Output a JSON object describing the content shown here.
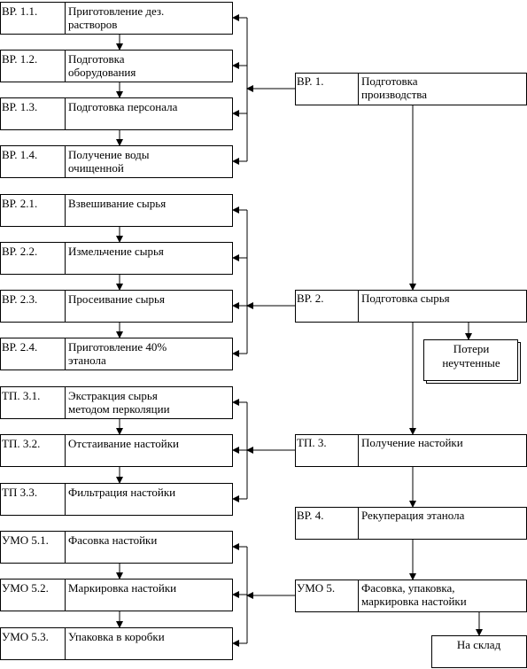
{
  "left_steps": [
    {
      "code": "ВР. 1.1.",
      "lines": [
        "Приготовление дез.",
        "растворов"
      ]
    },
    {
      "code": "ВР. 1.2.",
      "lines": [
        "Подготовка",
        "оборудования"
      ]
    },
    {
      "code": "ВР. 1.3.",
      "lines": [
        "Подготовка персонала"
      ]
    },
    {
      "code": "ВР. 1.4.",
      "lines": [
        "Получение воды",
        "очищенной"
      ]
    },
    {
      "code": "ВР. 2.1.",
      "lines": [
        "Взвешивание сырья"
      ]
    },
    {
      "code": "ВР. 2.2.",
      "lines": [
        "Измельчение сырья"
      ]
    },
    {
      "code": "ВР. 2.3.",
      "lines": [
        "Просеивание сырья"
      ]
    },
    {
      "code": "ВР. 2.4.",
      "lines": [
        "Приготовление 40%",
        "этанола"
      ]
    },
    {
      "code": "ТП. 3.1.",
      "lines": [
        "Экстракция сырья",
        "методом перколяции"
      ]
    },
    {
      "code": "ТП. 3.2.",
      "lines": [
        "Отстаивание настойки"
      ]
    },
    {
      "code": "ТП 3.3.",
      "lines": [
        "Фильтрация настойки"
      ]
    },
    {
      "code": "УМО 5.1.",
      "lines": [
        "Фасовка настойки"
      ]
    },
    {
      "code": "УМО 5.2.",
      "lines": [
        "Маркировка настойки"
      ]
    },
    {
      "code": "УМО 5.3.",
      "lines": [
        "Упаковка в коробки"
      ]
    }
  ],
  "right_stages": [
    {
      "code": "ВР. 1.",
      "lines": [
        "Подготовка",
        "производства"
      ]
    },
    {
      "code": "ВР. 2.",
      "lines": [
        "Подготовка сырья"
      ]
    },
    {
      "code": "ТП. 3.",
      "lines": [
        "Получение настойки"
      ]
    },
    {
      "code": "ВР. 4.",
      "lines": [
        "Рекуперация этанола"
      ]
    },
    {
      "code": "УМО 5.",
      "lines": [
        "Фасовка, упаковка,",
        "маркировка настойки"
      ]
    }
  ],
  "losses_box": {
    "lines": [
      "Потери",
      "неучтенные"
    ]
  },
  "warehouse_box": {
    "label": "На склад"
  }
}
